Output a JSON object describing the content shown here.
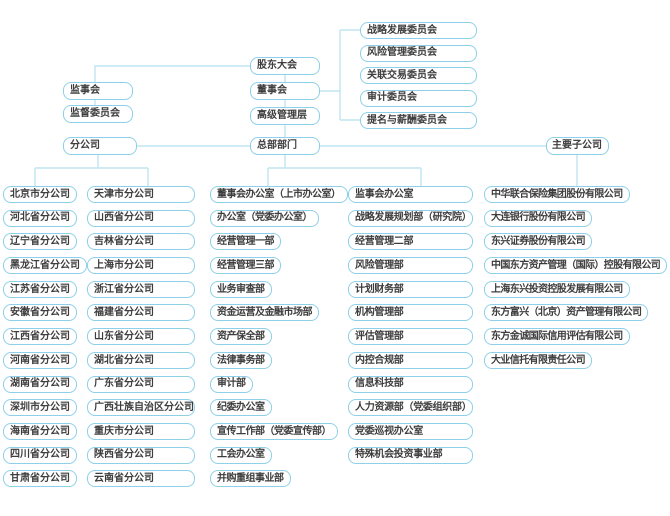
{
  "org": {
    "top": {
      "shareholders_meeting": "股东大会",
      "board_of_directors": "董事会",
      "senior_management": "高级管理层",
      "hq_departments": "总部部门",
      "supervisory_board": "监事会",
      "supervision_committee": "监督委员会",
      "branches_header": "分公司",
      "subsidiaries_header": "主要子公司"
    },
    "board_committees": [
      "战略发展委员会",
      "风险管理委员会",
      "关联交易委员会",
      "审计委员会",
      "提名与薪酬委员会"
    ],
    "branches_col1": [
      "北京市分公司",
      "河北省分公司",
      "辽宁省分公司",
      "黑龙江省分公司",
      "江苏省分公司",
      "安徽省分公司",
      "江西省分公司",
      "河南省分公司",
      "湖南省分公司",
      "深圳市分公司",
      "海南省分公司",
      "四川省分公司",
      "甘肃省分公司"
    ],
    "branches_col2": [
      "天津市分公司",
      "山西省分公司",
      "吉林省分公司",
      "上海市分公司",
      "浙江省分公司",
      "福建省分公司",
      "山东省分公司",
      "湖北省分公司",
      "广东省分公司",
      "广西壮族自治区分公司",
      "重庆市分公司",
      "陕西省分公司",
      "云南省分公司"
    ],
    "departments_col1": [
      "董事会办公室（上市办公室）",
      "办公室（党委办公室）",
      "经营管理一部",
      "经营管理三部",
      "业务审查部",
      "资金运营及金融市场部",
      "资产保全部",
      "法律事务部",
      "审计部",
      "纪委办公室",
      "宣传工作部（党委宣传部）",
      "工会办公室",
      "并购重组事业部"
    ],
    "departments_col2": [
      "监事会办公室",
      "战略发展规划部（研究院）",
      "经营管理二部",
      "风险管理部",
      "计划财务部",
      "机构管理部",
      "评估管理部",
      "内控合规部",
      "信息科技部",
      "人力资源部（党委组织部）",
      "党委巡视办公室",
      "特殊机会投资事业部"
    ],
    "subsidiaries": [
      "中华联合保险集团股份有限公司",
      "大连银行股份有限公司",
      "东兴证券股份有限公司",
      "中国东方资产管理（国际）控股有限公司",
      "上海东兴投资控股发展有限公司",
      "东方富兴（北京）资产管理有限公司",
      "东方金诚国际信用评估有限公司",
      "大业信托有限责任公司"
    ]
  },
  "colors": {
    "box_border": "#8dd0e8",
    "connector_line": "#bfe5f2",
    "text": "#3d3d3d"
  }
}
